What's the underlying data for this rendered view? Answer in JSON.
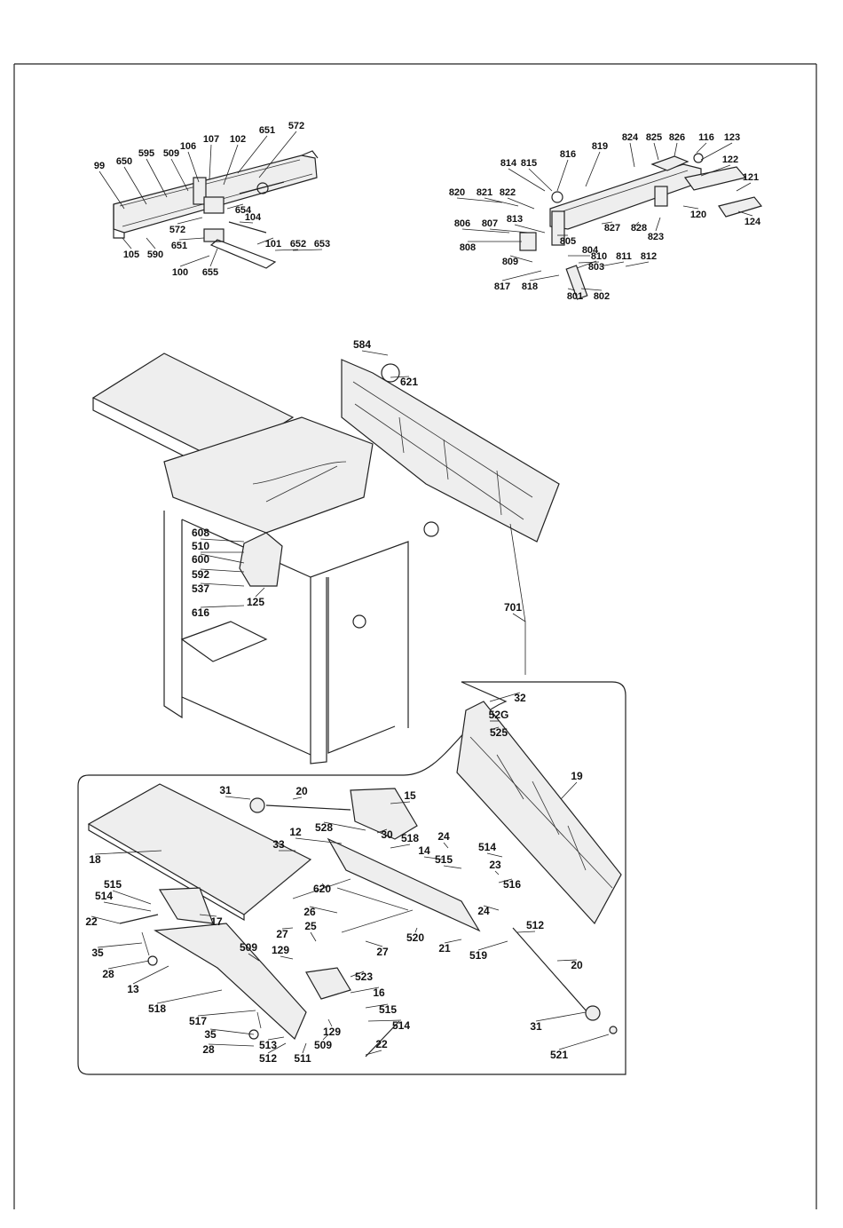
{
  "diagrams": {
    "fence_topleft": {
      "callouts": [
        "99",
        "650",
        "595",
        "509",
        "106",
        "107",
        "102",
        "651",
        "572",
        "572",
        "654",
        "104",
        "651",
        "101",
        "652",
        "653",
        "105",
        "590",
        "100",
        "655"
      ]
    },
    "guard_topright": {
      "callouts": [
        "824",
        "825",
        "826",
        "116",
        "123",
        "814",
        "815",
        "816",
        "819",
        "122",
        "121",
        "820",
        "821",
        "822",
        "120",
        "124",
        "806",
        "807",
        "813",
        "827",
        "828",
        "823",
        "808",
        "805",
        "804",
        "810",
        "811",
        "812",
        "809",
        "803",
        "817",
        "818",
        "801",
        "802"
      ]
    },
    "machine_main": {
      "callouts": [
        "584",
        "621",
        "608",
        "510",
        "600",
        "592",
        "537",
        "616",
        "125",
        "701"
      ]
    },
    "table_detail": {
      "callouts": [
        "32",
        "52G",
        "525",
        "31",
        "20",
        "15",
        "19",
        "528",
        "30",
        "12",
        "518",
        "24",
        "33",
        "14",
        "515",
        "514",
        "23",
        "18",
        "516",
        "515",
        "514",
        "620",
        "24",
        "22",
        "17",
        "26",
        "512",
        "25",
        "27",
        "520",
        "21",
        "35",
        "519",
        "509",
        "129",
        "28",
        "27",
        "20",
        "13",
        "523",
        "16",
        "518",
        "515",
        "517",
        "35",
        "129",
        "514",
        "509",
        "28",
        "513",
        "512",
        "511",
        "22",
        "31",
        "521"
      ]
    }
  }
}
